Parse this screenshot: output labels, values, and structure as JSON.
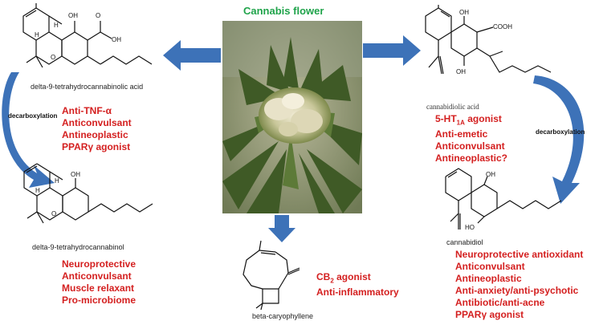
{
  "title": "Cannabis flower",
  "colors": {
    "title": "#1fa34a",
    "effects": "#d42020",
    "arrow": "#3d72b8"
  },
  "compounds": {
    "thca": {
      "name": "delta-9-tetrahydrocannabinolic acid",
      "effects": [
        "Anti-TNF-α",
        "Anticonvulsant",
        "Antineoplastic",
        "PPARγ agonist"
      ]
    },
    "thc": {
      "name": "delta-9-tetrahydrocannabinol",
      "effects": [
        "Neuroprotective",
        "Anticonvulsant",
        "Muscle relaxant",
        "Pro-microbiome"
      ]
    },
    "cbda": {
      "name": "cannabidiolic acid",
      "effects": [
        "Anti-emetic",
        "Anticonvulsant",
        "Antineoplastic?"
      ]
    },
    "cbd": {
      "name": "cannabidiol",
      "effects": [
        "Neuroprotective antioxidant",
        "Anticonvulsant",
        "Antineoplastic",
        "Anti-anxiety/anti-psychotic",
        "Antibiotic/anti-acne",
        "PPARγ agonist"
      ]
    },
    "bcp": {
      "name": "beta-caryophyllene",
      "effects": [
        "Anti-inflammatory"
      ]
    }
  },
  "special_effects": {
    "cbda_first": {
      "prefix": "5-HT",
      "sub": "1A",
      "suffix": " agonist"
    },
    "bcp_first": {
      "prefix": "CB",
      "sub": "2",
      "suffix": " agonist"
    }
  },
  "labels": {
    "decarboxylation_left": "decarboxylation",
    "decarboxylation_right": "decarboxylation",
    "atom_OH": "OH",
    "atom_O": "O",
    "atom_H": "H",
    "atom_HO": "HO",
    "atom_COOH": "COOH"
  },
  "icons": [
    "arrow-left-icon",
    "arrow-right-icon",
    "arrow-down-icon",
    "curved-arrow-left-icon",
    "curved-arrow-right-icon"
  ]
}
